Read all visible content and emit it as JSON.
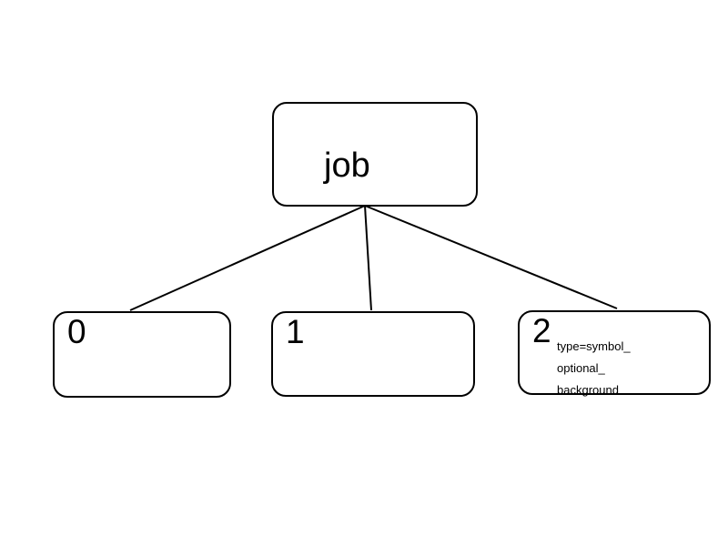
{
  "diagram": {
    "root": {
      "label": "job"
    },
    "children": [
      {
        "index": "0",
        "attributes": []
      },
      {
        "index": "1",
        "attributes": []
      },
      {
        "index": "2",
        "attributes": [
          "type=symbol_",
          "optional_",
          "background"
        ]
      }
    ]
  }
}
